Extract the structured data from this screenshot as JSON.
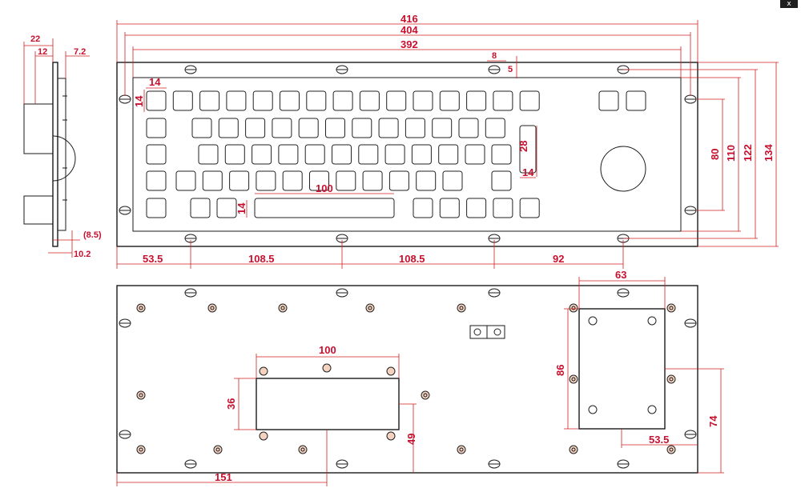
{
  "close_glyph": "x",
  "top_view": {
    "overall_width": "416",
    "hole_span": "404",
    "panel_width": "392",
    "hole_offset_x": "8",
    "hole_offset_y": "5",
    "key_size": "14",
    "key_height_small": "14",
    "enter_key_height": "28",
    "enter_key_width": "14",
    "spacebar_length": "100",
    "spacebar_height": "14",
    "height_80": "80",
    "height_110": "110",
    "height_122": "122",
    "height_134": "134",
    "spacing_1": "53.5",
    "spacing_2": "108.5",
    "spacing_3": "108.5",
    "spacing_4": "92"
  },
  "side_view": {
    "depth_total": "22",
    "depth_a": "12",
    "depth_b": "7.2",
    "thickness_ref": "(8.5)",
    "thickness": "10.2"
  },
  "bottom_view": {
    "pcb_width": "100",
    "pcb_height": "36",
    "pcb_offset_y": "49",
    "pcb_offset_x": "151",
    "trackball_width": "63",
    "trackball_height": "86",
    "trackball_offset_y": "74",
    "trackball_offset_x": "53.5"
  }
}
